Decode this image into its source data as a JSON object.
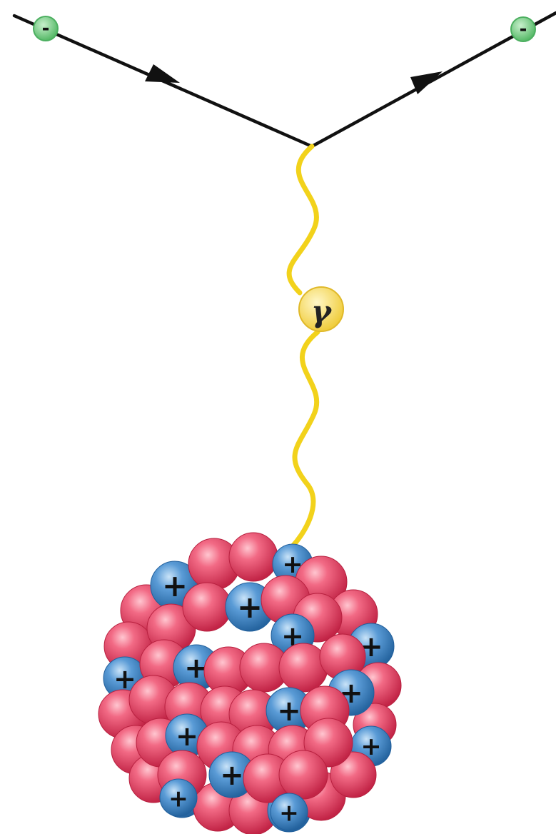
{
  "diagram": {
    "electron_in": {
      "sign": "-"
    },
    "electron_out": {
      "sign": "-"
    },
    "photon": {
      "symbol": "γ"
    },
    "nucleus": {
      "proton_sign": "+"
    }
  },
  "colors": {
    "electron_line": "#111111",
    "electron_fill": "#8fd99a",
    "electron_stroke": "#4caf60",
    "photon_wave": "#f2d21b",
    "photon_fill": "#f7e37a",
    "neutron_light": "#ff9eae",
    "neutron": "#ea4d6c",
    "neutron_dark": "#b8203f",
    "proton_light": "#a8d0f2",
    "proton": "#4a8fd0",
    "proton_dark": "#215f9c"
  },
  "icons": {
    "electron": "circle-minus",
    "photon": "circle-gamma",
    "proton": "sphere-plus",
    "neutron": "sphere"
  }
}
